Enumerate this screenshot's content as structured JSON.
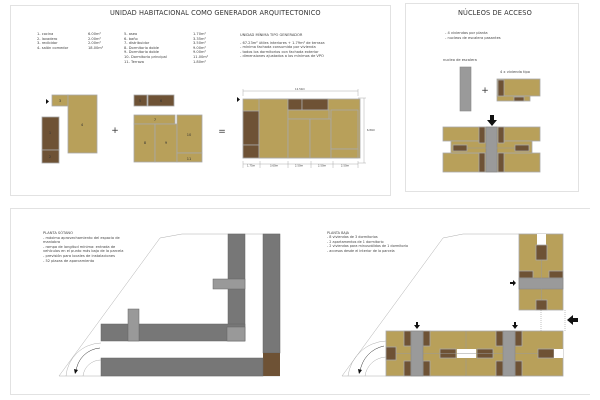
{
  "unit_panel": {
    "title": "UNIDAD HABITACIONAL COMO GENERADOR ARQUITECTONICO",
    "rooms_col1": [
      {
        "name": "1- cocina",
        "area": "6.00m²"
      },
      {
        "name": "2- lavadero",
        "area": "2.00m²"
      },
      {
        "name": "3- recibidor",
        "area": "2.00m²"
      },
      {
        "name": "4- salón comedor",
        "area": "18.00m²"
      }
    ],
    "rooms_col2": [
      {
        "name": "5- aseo",
        "area": "1.70m²"
      },
      {
        "name": "6- baño",
        "area": "3.35m²"
      },
      {
        "name": "7- distribuidor",
        "area": "3.50m²"
      },
      {
        "name": "8- Dormitorio doble",
        "area": "9.00m²"
      },
      {
        "name": "9- Dormitorio doble",
        "area": "9.00m²"
      },
      {
        "name": "10- Dormitorio principal",
        "area": "11.00m²"
      },
      {
        "name": "11- Terraza",
        "area": "1.80m²"
      }
    ],
    "summary_title": "UNIDAD MÍNIMA TIPO GENERADOR",
    "summary_items": [
      "- 67.23m² útiles interiores + 1.79m² de terraza",
      "- mínima fachada consumida por vivienda",
      "- todos los dormitorios con fachada exterior",
      "- dimensiones ajustados a los mínimos de VPO"
    ],
    "room_labels": [
      "1",
      "2",
      "3",
      "4",
      "5",
      "6",
      "7",
      "8",
      "9",
      "10",
      "11"
    ],
    "plus": "+",
    "equals": "=",
    "dim_total_width": "12.50m",
    "dim_height": "6.80m",
    "dim_segments": [
      "1.75m",
      "3.60m",
      "2.50m",
      "2.50m",
      "2.50m"
    ]
  },
  "access_panel": {
    "title": "NÚCLEOS DE ACCESO",
    "items": [
      "- 4 viviendas por planta",
      "- nucleos de escalera pasantes"
    ],
    "stair_label": "nucleo de escalera",
    "unit_label": "4 x vivienda tipo",
    "plus": "+"
  },
  "basement": {
    "title": "PLANTA SÓTANO",
    "items": [
      "- máximo aprovechamiento del espacio de",
      "maniobra",
      "- rampa de longitud mínima: entrada de",
      "vehículos en el punto más bajo de la parcela",
      "- previsión para locales de instalaciones",
      "- 52 plazas de aparcamiento"
    ]
  },
  "ground_floor": {
    "title": "PLANTA BAJA",
    "items": [
      "- 8 viviendas de 3 dormitorios",
      "- 2 apartamentos de 1 dormitorio",
      "- 2 viviendas para minusválidos de 1 dormitorio",
      "- accesos desde el interior de la parcela"
    ]
  },
  "colors": {
    "living": "#b8a05a",
    "wet": "#6e5235",
    "core": "#9a9a9a",
    "parking": "#777777",
    "wall": "#a8a8a8"
  }
}
